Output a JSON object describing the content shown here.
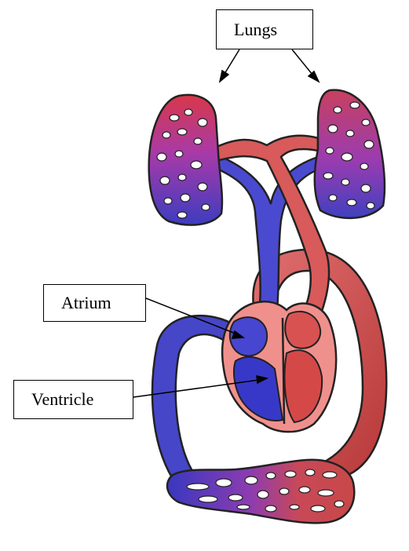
{
  "labels": {
    "lungs": "Lungs",
    "atrium": "Atrium",
    "ventricle": "Ventricle"
  },
  "colors": {
    "oxygenated": "#cc4a48",
    "deoxygenated": "#4040c8",
    "outline": "#222222",
    "heart_wall": "#f0908c",
    "mixed": "#9a3db0"
  }
}
